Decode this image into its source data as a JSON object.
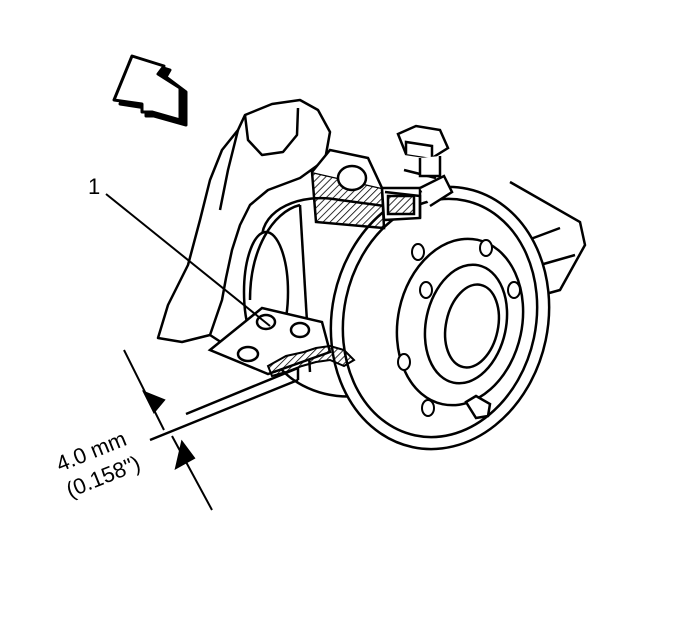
{
  "callout": {
    "number": "1"
  },
  "dimension": {
    "metric": "4.0 mm",
    "imperial": "(0.158\")"
  },
  "colors": {
    "line": "#000000",
    "background": "#ffffff",
    "hatch": "#000000"
  }
}
